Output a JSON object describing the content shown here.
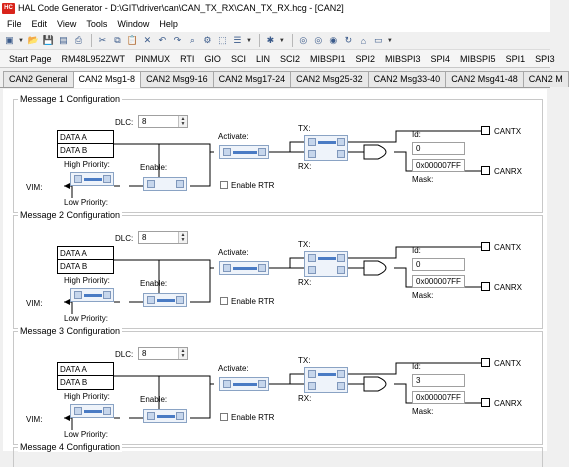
{
  "app": {
    "icon_text": "HC",
    "title": "HAL Code Generator - D:\\GIT\\driver\\can\\CAN_TX_RX\\CAN_TX_RX.hcg - [CAN2]"
  },
  "menu": {
    "items": [
      {
        "label": "File"
      },
      {
        "label": "Edit"
      },
      {
        "label": "View"
      },
      {
        "label": "Tools"
      },
      {
        "label": "Window"
      },
      {
        "label": "Help"
      }
    ]
  },
  "navbar": {
    "items": [
      {
        "label": "Start Page"
      },
      {
        "label": "RM48L952ZWT"
      },
      {
        "label": "PINMUX"
      },
      {
        "label": "RTI"
      },
      {
        "label": "GIO"
      },
      {
        "label": "SCI"
      },
      {
        "label": "LIN"
      },
      {
        "label": "SCI2"
      },
      {
        "label": "MIBSPI1"
      },
      {
        "label": "SPI2"
      },
      {
        "label": "MIBSPI3"
      },
      {
        "label": "SPI4"
      },
      {
        "label": "MIBSPI5"
      },
      {
        "label": "SPI1"
      },
      {
        "label": "SPI3"
      }
    ]
  },
  "tabs": {
    "items": [
      {
        "label": "CAN2 General"
      },
      {
        "label": "CAN2 Msg1-8"
      },
      {
        "label": "CAN2 Msg9-16"
      },
      {
        "label": "CAN2 Msg17-24"
      },
      {
        "label": "CAN2 Msg25-32"
      },
      {
        "label": "CAN2 Msg33-40"
      },
      {
        "label": "CAN2 Msg41-48"
      },
      {
        "label": "CAN2 M"
      }
    ],
    "active_index": 1
  },
  "labels": {
    "dlc": "DLC:",
    "data_a": "DATA A",
    "data_b": "DATA B",
    "high_priority": "High Priority:",
    "low_priority": "Low Priority:",
    "vim": "VIM:",
    "enable": "Enable:",
    "enable_rtr": "Enable RTR",
    "activate": "Activate:",
    "tx": "TX:",
    "rx": "RX:",
    "id": "Id:",
    "mask": "Mask:",
    "cantx": "CANTX",
    "canrx": "CANRX"
  },
  "messages": [
    {
      "title": "Message 1 Configuration",
      "dlc": "8",
      "id": "0",
      "mask": "0x000007FF",
      "enable_rtr": false
    },
    {
      "title": "Message 2 Configuration",
      "dlc": "8",
      "id": "0",
      "mask": "0x000007FF",
      "enable_rtr": false
    },
    {
      "title": "Message 3 Configuration",
      "dlc": "8",
      "id": "3",
      "mask": "0x000007FF",
      "enable_rtr": false
    }
  ],
  "partial_next_title": "Message 4 Configuration"
}
